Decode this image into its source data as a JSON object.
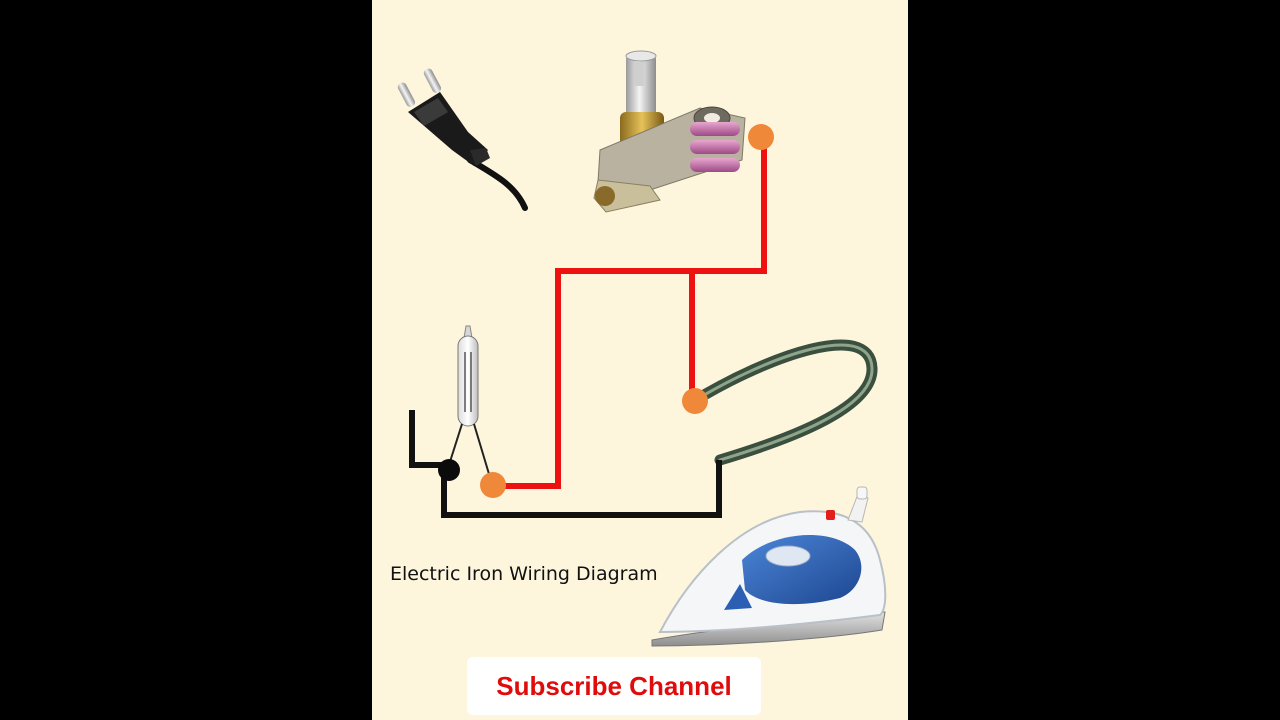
{
  "diagram": {
    "caption": "Electric Iron Wiring Diagram",
    "subscribe_label": "Subscribe Channel"
  },
  "components": [
    {
      "name": "plug",
      "icon": "plug-icon"
    },
    {
      "name": "thermostat",
      "icon": "thermostat-icon"
    },
    {
      "name": "neon-indicator",
      "icon": "neon-lamp-icon"
    },
    {
      "name": "heating-element",
      "icon": "heating-element-icon"
    },
    {
      "name": "electric-iron",
      "icon": "iron-icon"
    }
  ],
  "colors": {
    "background": "#000000",
    "panel": "#fdf6dc",
    "live_wire": "#ee1111",
    "neutral_wire": "#111111",
    "terminal": "#f0883a",
    "subscribe_text": "#e00b0b",
    "iron_accent": "#2c5fb4"
  }
}
